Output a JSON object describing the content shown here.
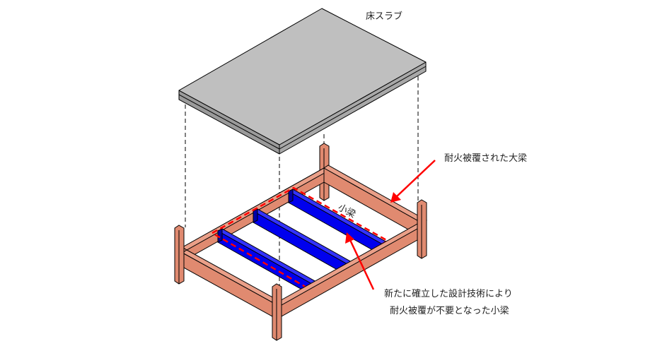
{
  "labels": {
    "floor_slab": "床スラブ",
    "main_beam": "耐火被覆された大梁",
    "small_beam": "小梁",
    "note_line1": "新たに確立した設計技術により",
    "note_line2": "耐火被覆が不要となった小梁"
  },
  "colors": {
    "slab": "#bfbfbf",
    "main_beam": "#e08a70",
    "small_beam": "#0000ee",
    "highlight": "#ff0000"
  }
}
